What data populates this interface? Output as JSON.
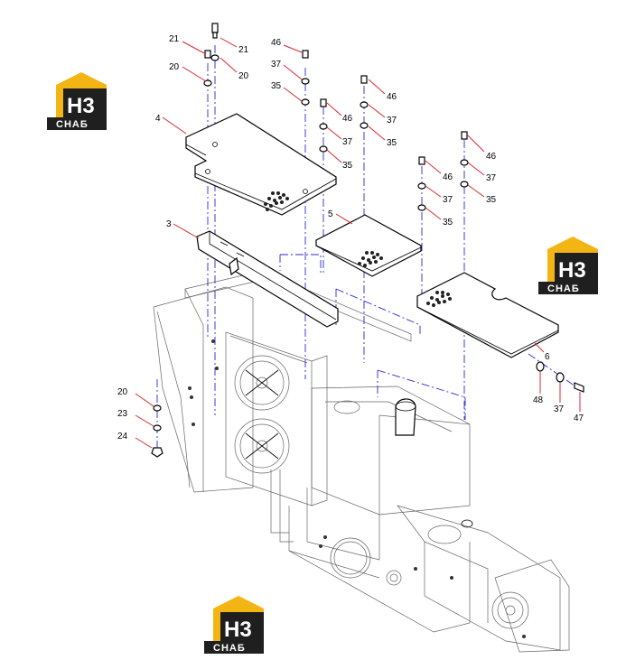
{
  "logo": {
    "mark_text": "H3",
    "word_text": "СНАБ",
    "colors": {
      "accent": "#f2b514",
      "dark": "#1f1f1f",
      "light": "#ffffff"
    }
  },
  "callouts": {
    "c21a": "21",
    "c21b": "21",
    "c20a": "20",
    "c20b": "20",
    "c46a": "46",
    "c37a": "37",
    "c35a": "35",
    "c46b": "46",
    "c37b": "37",
    "c35b": "35",
    "c46c": "46",
    "c37c": "37",
    "c35c": "35",
    "c46d": "46",
    "c37d": "37",
    "c35d": "35",
    "c46e": "46",
    "c37e": "37",
    "c35e": "35",
    "c4": "4",
    "c3": "3",
    "c5": "5",
    "c6": "6",
    "c48": "48",
    "c37f": "37",
    "c47": "47",
    "c20c": "20",
    "c23": "23",
    "c24": "24"
  }
}
